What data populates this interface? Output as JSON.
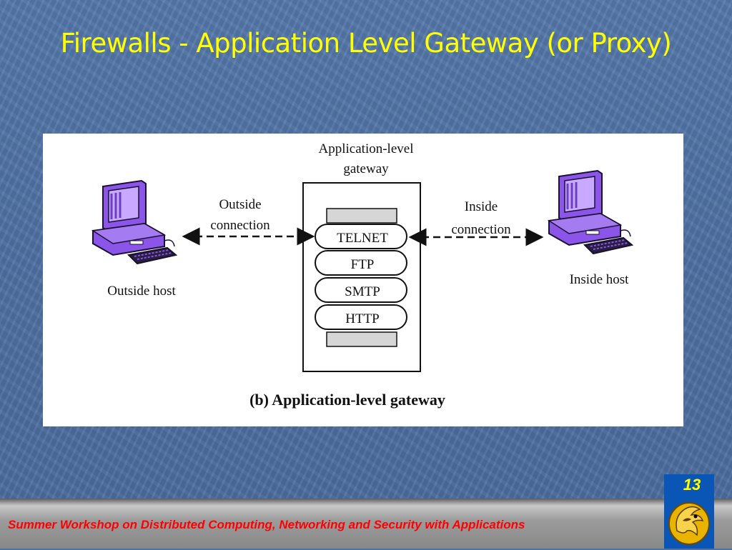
{
  "slide": {
    "title": "Firewalls - Application Level Gateway (or Proxy)",
    "footer": "Summer Workshop on Distributed Computing, Networking and Security with Applications",
    "page_number": "13"
  },
  "diagram": {
    "gateway_label_line1": "Application-level",
    "gateway_label_line2": "gateway",
    "outside_connection_line1": "Outside",
    "outside_connection_line2": "connection",
    "inside_connection_line1": "Inside",
    "inside_connection_line2": "connection",
    "outside_host_label": "Outside host",
    "inside_host_label": "Inside host",
    "protocols": [
      "TELNET",
      "FTP",
      "SMTP",
      "HTTP"
    ],
    "caption": "(b) Application-level gateway"
  },
  "colors": {
    "slide_background": "#4f71a3",
    "title": "#ffff00",
    "footer_text": "#ff0000",
    "computer": "#8a55e8",
    "logo_background": "#0a56b6"
  },
  "icons": {
    "outside_host": "computer-icon",
    "inside_host": "computer-icon",
    "logo": "university-logo"
  }
}
